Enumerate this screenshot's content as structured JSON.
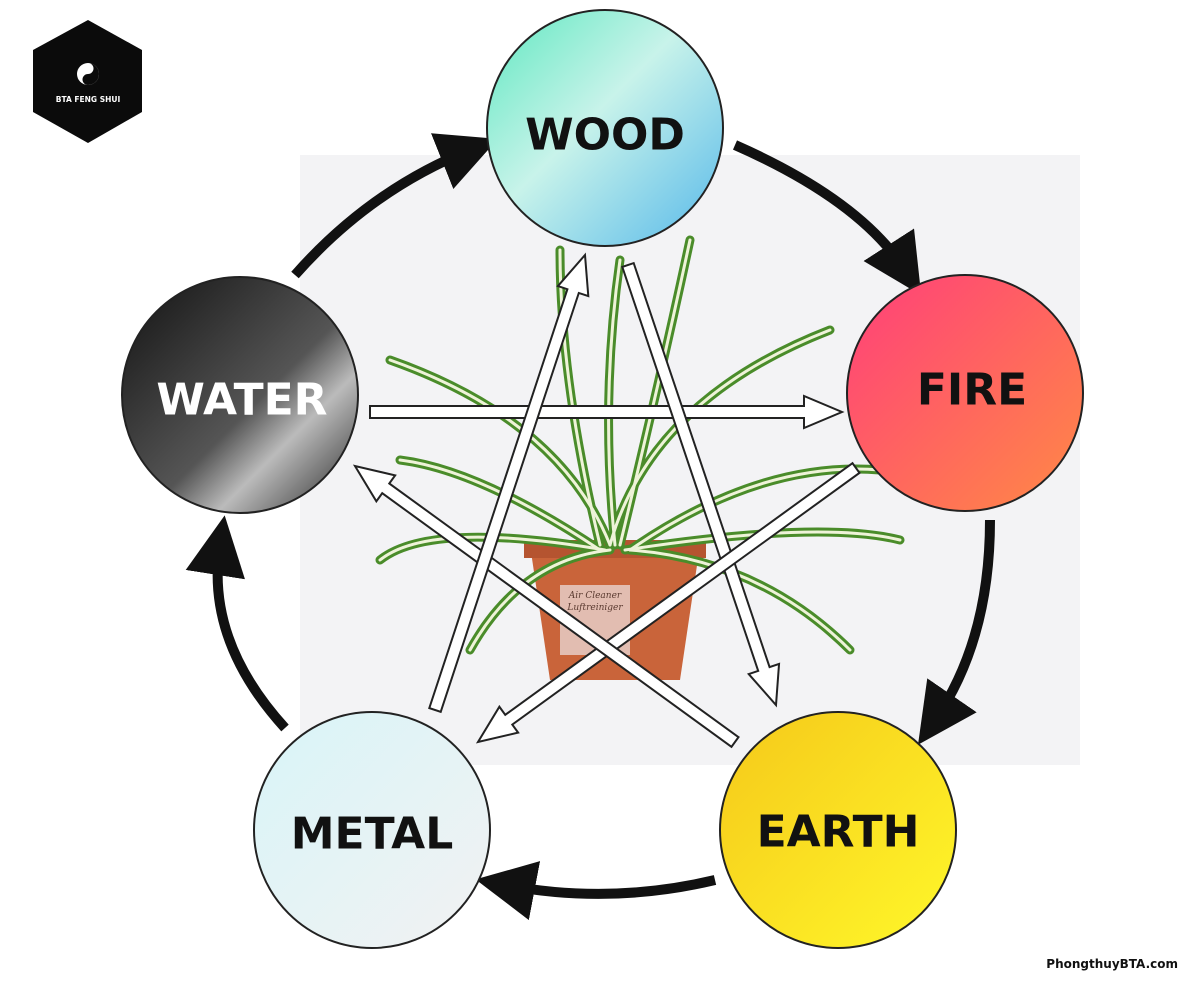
{
  "logo": {
    "text": "BTA FENG SHUI"
  },
  "elements": {
    "wood": "WOOD",
    "fire": "FIRE",
    "earth": "EARTH",
    "metal": "METAL",
    "water": "WATER"
  },
  "pot_label": "Air Cleaner Luftreiniger",
  "watermark": "PhongthuyBTA.com",
  "colors": {
    "arrow": "#111111",
    "background": "#ffffff",
    "photo_bg": "#f2f2f4"
  }
}
